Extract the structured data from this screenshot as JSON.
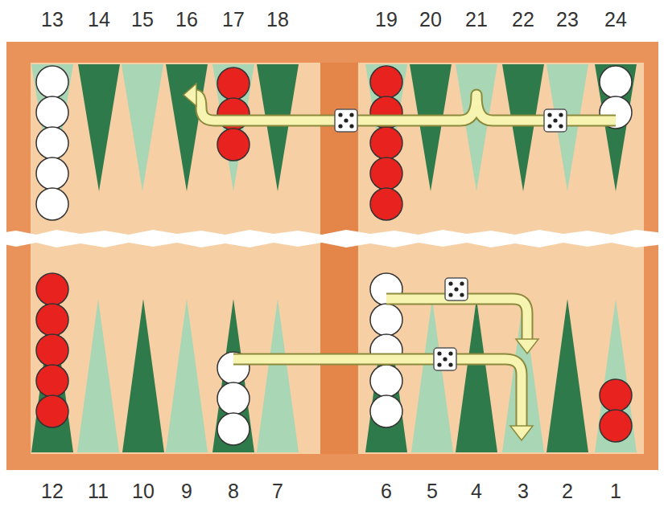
{
  "diagram": {
    "labels": [
      "13",
      "14",
      "15",
      "16",
      "17",
      "18",
      "19",
      "20",
      "21",
      "22",
      "23",
      "24",
      "12",
      "11",
      "10",
      "9",
      "8",
      "7",
      "6",
      "5",
      "4",
      "3",
      "2",
      "1"
    ]
  }
}
